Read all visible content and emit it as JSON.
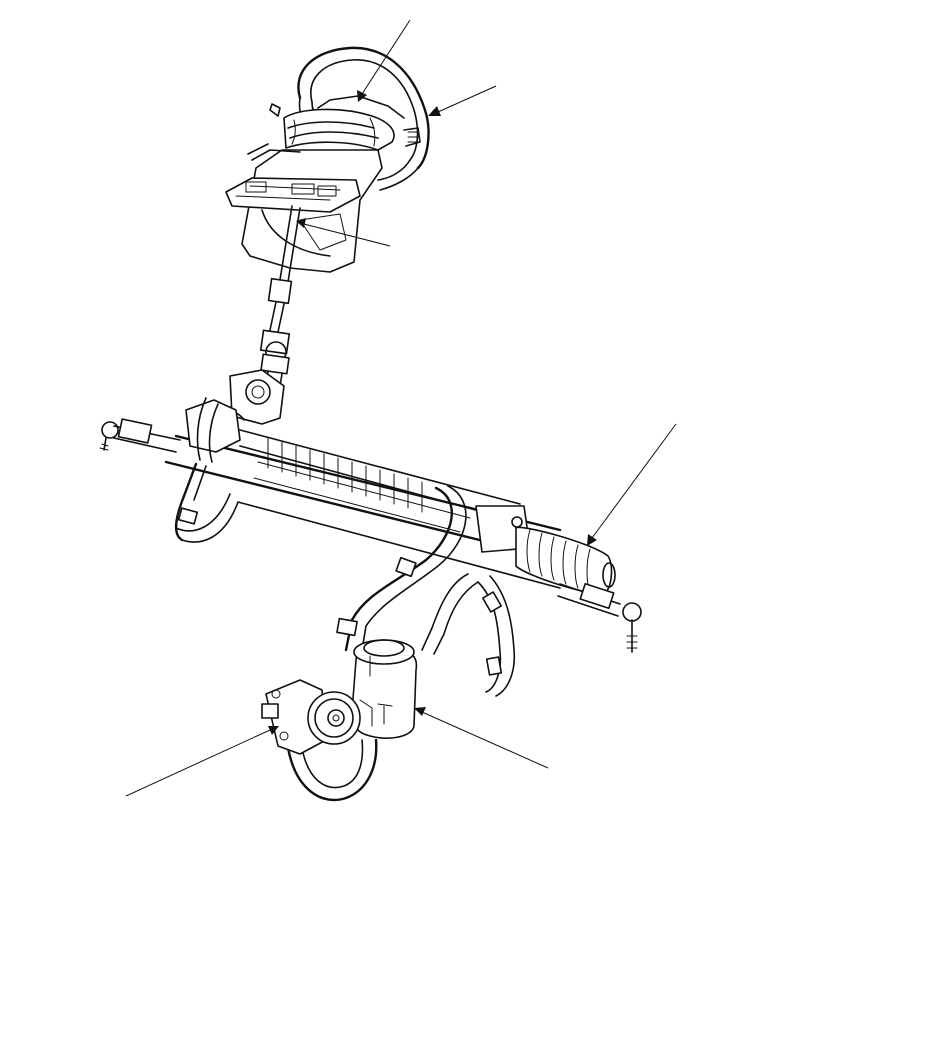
{
  "diagram": {
    "type": "exploded-component-illustration",
    "subject": "steering-system",
    "colors": {
      "ink": "#111111",
      "background": "#ffffff"
    },
    "components": [
      {
        "id": "steering-wheel",
        "icon": "steering-wheel-icon"
      },
      {
        "id": "airbag-module",
        "icon": "airbag-icon"
      },
      {
        "id": "steering-column",
        "icon": "steering-column-icon"
      },
      {
        "id": "intermediate-shaft",
        "icon": "universal-joint-icon"
      },
      {
        "id": "steering-gearbox",
        "icon": "rack-and-pinion-icon"
      },
      {
        "id": "tie-rod-left",
        "icon": "tie-rod-end-icon"
      },
      {
        "id": "tie-rod-right",
        "icon": "tie-rod-end-icon"
      },
      {
        "id": "rack-boot",
        "icon": "bellows-boot-icon"
      },
      {
        "id": "power-steering-hoses",
        "icon": "hose-icon"
      },
      {
        "id": "power-steering-pump",
        "icon": "pump-pulley-icon"
      },
      {
        "id": "fluid-reservoir",
        "icon": "reservoir-icon"
      }
    ],
    "callouts": [
      {
        "id": "callout-airbag",
        "target": "airbag-module",
        "label": ""
      },
      {
        "id": "callout-steering-wheel",
        "target": "steering-wheel",
        "label": ""
      },
      {
        "id": "callout-steering-column",
        "target": "steering-column",
        "label": ""
      },
      {
        "id": "callout-rack-boot",
        "target": "rack-boot",
        "label": ""
      },
      {
        "id": "callout-reservoir",
        "target": "fluid-reservoir",
        "label": ""
      },
      {
        "id": "callout-pump",
        "target": "power-steering-pump",
        "label": ""
      }
    ]
  }
}
